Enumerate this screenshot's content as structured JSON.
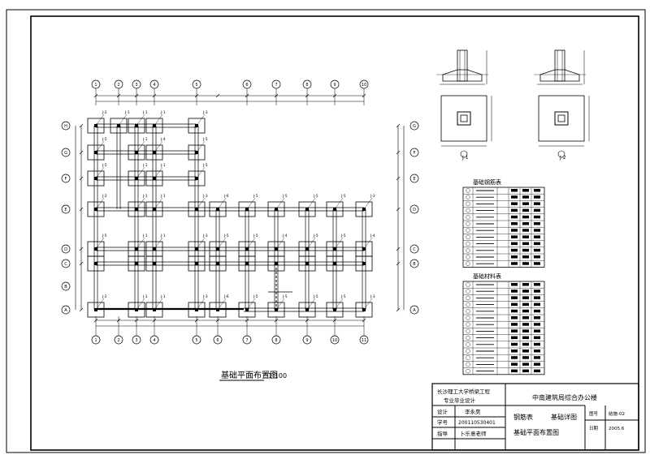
{
  "drawing": {
    "plan_title": "基础平面布置图",
    "plan_scale": "1:100",
    "section_1_label": "J-1",
    "section_2_label": "J-2"
  },
  "grid": {
    "top_axes": [
      "1",
      "2",
      "3",
      "4",
      "5",
      "6",
      "7",
      "8",
      "9",
      "10"
    ],
    "bottom_axes": [
      "1",
      "2",
      "3",
      "4",
      "5",
      "6",
      "7",
      "8",
      "9",
      "10",
      "11"
    ],
    "left_axes": [
      "H",
      "G",
      "F",
      "E",
      "D",
      "C",
      "B",
      "A"
    ],
    "right_axes": [
      "G",
      "F",
      "E",
      "D",
      "C",
      "B",
      "A"
    ]
  },
  "footings": {
    "labels": [
      "J-1",
      "J-2",
      "J-3",
      "J-4",
      "J-5",
      "J-6"
    ]
  },
  "table1": {
    "title": "基础钢筋表"
  },
  "table2": {
    "title": "基础材料表"
  },
  "title_block": {
    "school": "长沙理工大学桥梁工程",
    "dept": "专业毕业设计",
    "designer_label": "设计",
    "designer_name": "李永昊",
    "student_no_label": "学号",
    "student_no": "200110530401",
    "advisor_label": "指导",
    "advisor_name": "卜乐意老师",
    "project_name": "中南建筑局综合办公楼",
    "drawing_type_1": "钢筋表",
    "drawing_type_2": "基础详图",
    "drawing_name": "基础平面布置图",
    "sheet_label": "图号",
    "sheet_no": "结施-02",
    "date_label": "日期",
    "date_value": "2005.6"
  },
  "colors": {
    "line": "#000000",
    "background": "#ffffff",
    "heavy": "#000000"
  }
}
